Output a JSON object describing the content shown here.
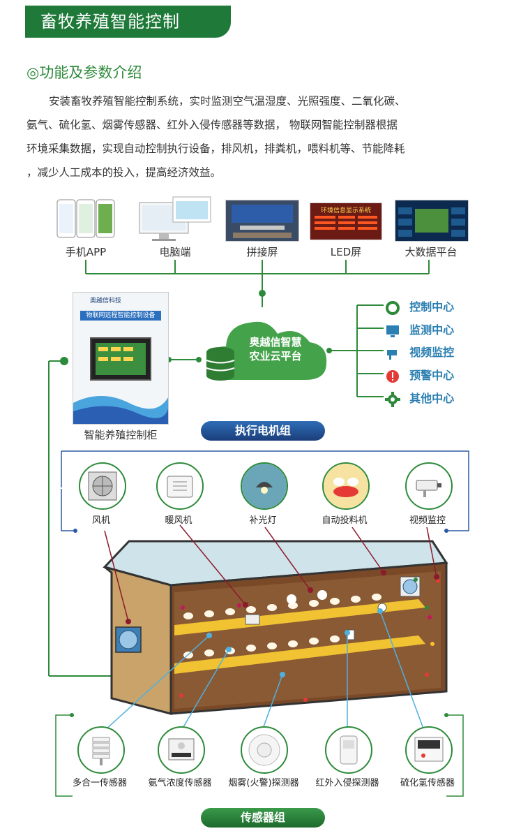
{
  "banner": {
    "title": "畜牧养殖智能控制"
  },
  "section": {
    "icon": "◎",
    "title": "功能及参数介绍"
  },
  "intro": {
    "line1": "安装畜牧养殖智能控制系统，实时监测空气温湿度、光照强度、二氧化碳、",
    "line2": "氨气、硫化氢、烟雾传感器、红外入侵传感器等数据， 物联网智能控制器根据",
    "line3": "环境采集数据，实现自动控制执行设备，排风机，排粪机，喂料机等、节能降耗",
    "line4": "，减少人工成本的投入，提高经济效益。"
  },
  "terminals": [
    {
      "label": "手机APP",
      "icon": "phone-app"
    },
    {
      "label": "电脑端",
      "icon": "computer"
    },
    {
      "label": "拼接屏",
      "icon": "video-wall"
    },
    {
      "label": "LED屏",
      "icon": "led-screen"
    },
    {
      "label": "大数据平台",
      "icon": "big-data"
    }
  ],
  "led_screen_text": "环境信息显示系统",
  "cabinet": {
    "label": "智能养殖控制柜",
    "brand": "奥越信科技",
    "caption": "物联网远程智能控制设备"
  },
  "cloud": {
    "line1": "奥越信智慧",
    "line2": "农业云平台"
  },
  "centers": [
    {
      "label": "控制中心",
      "icon": "control-ring"
    },
    {
      "label": "监测中心",
      "icon": "monitor"
    },
    {
      "label": "视频监控",
      "icon": "camera"
    },
    {
      "label": "预警中心",
      "icon": "warning"
    },
    {
      "label": "其他中心",
      "icon": "gear"
    }
  ],
  "actuator_group": {
    "title": "执行电机组"
  },
  "actuators": [
    {
      "label": "风机",
      "icon": "exhaust-fan"
    },
    {
      "label": "暖风机",
      "icon": "heater"
    },
    {
      "label": "补光灯",
      "icon": "grow-light"
    },
    {
      "label": "自动投料机",
      "icon": "feeder"
    },
    {
      "label": "视频监控",
      "icon": "cctv-camera"
    }
  ],
  "sensor_group": {
    "title": "传感器组"
  },
  "sensors": [
    {
      "label": "多合一传感器",
      "icon": "multi-sensor"
    },
    {
      "label": "氨气浓度传感器",
      "icon": "ammonia-sensor"
    },
    {
      "label": "烟雾(火警)探测器",
      "icon": "smoke-detector"
    },
    {
      "label": "红外入侵探测器",
      "icon": "infrared-detector"
    },
    {
      "label": "硫化氢传感器",
      "icon": "h2s-sensor"
    }
  ],
  "colors": {
    "green": "#2d8a3a",
    "dark_green": "#1f7a3a",
    "blue": "#2b7fb2",
    "navy": "#1b3e7a"
  }
}
